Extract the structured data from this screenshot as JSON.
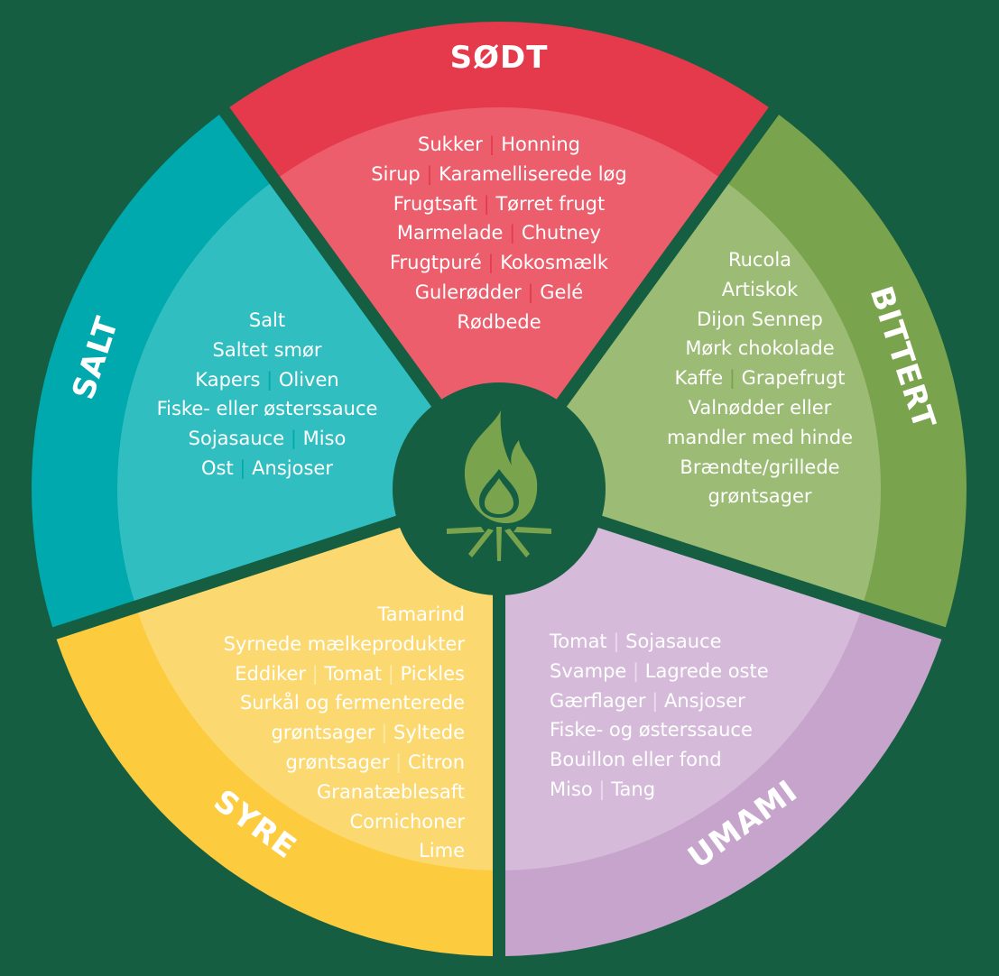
{
  "colors": {
    "background": "#165e41",
    "sodt": {
      "outer": "#e43a4c",
      "inner": "#ec5e6c",
      "sep": "#e43a4c"
    },
    "bittert": {
      "outer": "#7aa34e",
      "inner": "#9cbb75",
      "sep": "#7aa34e"
    },
    "umami": {
      "outer": "#c6a4cc",
      "inner": "#d5bbd9",
      "sep": "#ebdced"
    },
    "syre": {
      "outer": "#fccb3e",
      "inner": "#fcd970",
      "sep": "#fdeaa5"
    },
    "salt": {
      "outer": "#00a9ad",
      "inner": "#30bec0",
      "sep": "#00a9ad"
    },
    "center_circle": "#165e41",
    "icon": "#7aa34e"
  },
  "center_icon": "campfire-icon",
  "segments": [
    {
      "key": "sodt",
      "title": "SØDT",
      "items": [
        [
          "Sukker",
          "Honning"
        ],
        [
          "Sirup",
          "Karamelliserede løg"
        ],
        [
          "Frugtsaft",
          "Tørret frugt"
        ],
        [
          "Marmelade",
          "Chutney"
        ],
        [
          "Frugtpuré",
          "Kokosmælk"
        ],
        [
          "Gulerødder",
          "Gelé"
        ],
        [
          "Rødbede"
        ]
      ]
    },
    {
      "key": "bittert",
      "title": "BITTERT",
      "items": [
        [
          "Rucola"
        ],
        [
          "Artiskok"
        ],
        [
          "Dijon Sennep"
        ],
        [
          "Mørk chokolade"
        ],
        [
          "Kaffe",
          "Grapefrugt"
        ],
        [
          "Valnødder eller"
        ],
        [
          "mandler med hinde"
        ],
        [
          "Brændte/grillede"
        ],
        [
          "grøntsager"
        ]
      ]
    },
    {
      "key": "umami",
      "title": "UMAMI",
      "items": [
        [
          "Tomat",
          "Sojasauce"
        ],
        [
          "Svampe",
          "Lagrede oste"
        ],
        [
          "Gærflager",
          "Ansjoser"
        ],
        [
          "Fiske- og østerssauce"
        ],
        [
          "Bouillon eller fond"
        ],
        [
          "Miso",
          "Tang"
        ]
      ]
    },
    {
      "key": "syre",
      "title": "SYRE",
      "items": [
        [
          "Tamarind"
        ],
        [
          "Syrnede mælkeprodukter"
        ],
        [
          "Eddiker",
          "Tomat",
          "Pickles"
        ],
        [
          "Surkål og fermenterede"
        ],
        [
          "grøntsager",
          "Syltede"
        ],
        [
          "grøntsager",
          "Citron"
        ],
        [
          "Granatæblesaft"
        ],
        [
          "Cornichoner"
        ],
        [
          "Lime"
        ]
      ]
    },
    {
      "key": "salt",
      "title": "SALT",
      "items": [
        [
          "Salt"
        ],
        [
          "Saltet smør"
        ],
        [
          "Kapers",
          "Oliven"
        ],
        [
          "Fiske- eller østerssauce"
        ],
        [
          "Sojasauce",
          "Miso"
        ],
        [
          "Ost",
          "Ansjoser"
        ]
      ]
    }
  ]
}
